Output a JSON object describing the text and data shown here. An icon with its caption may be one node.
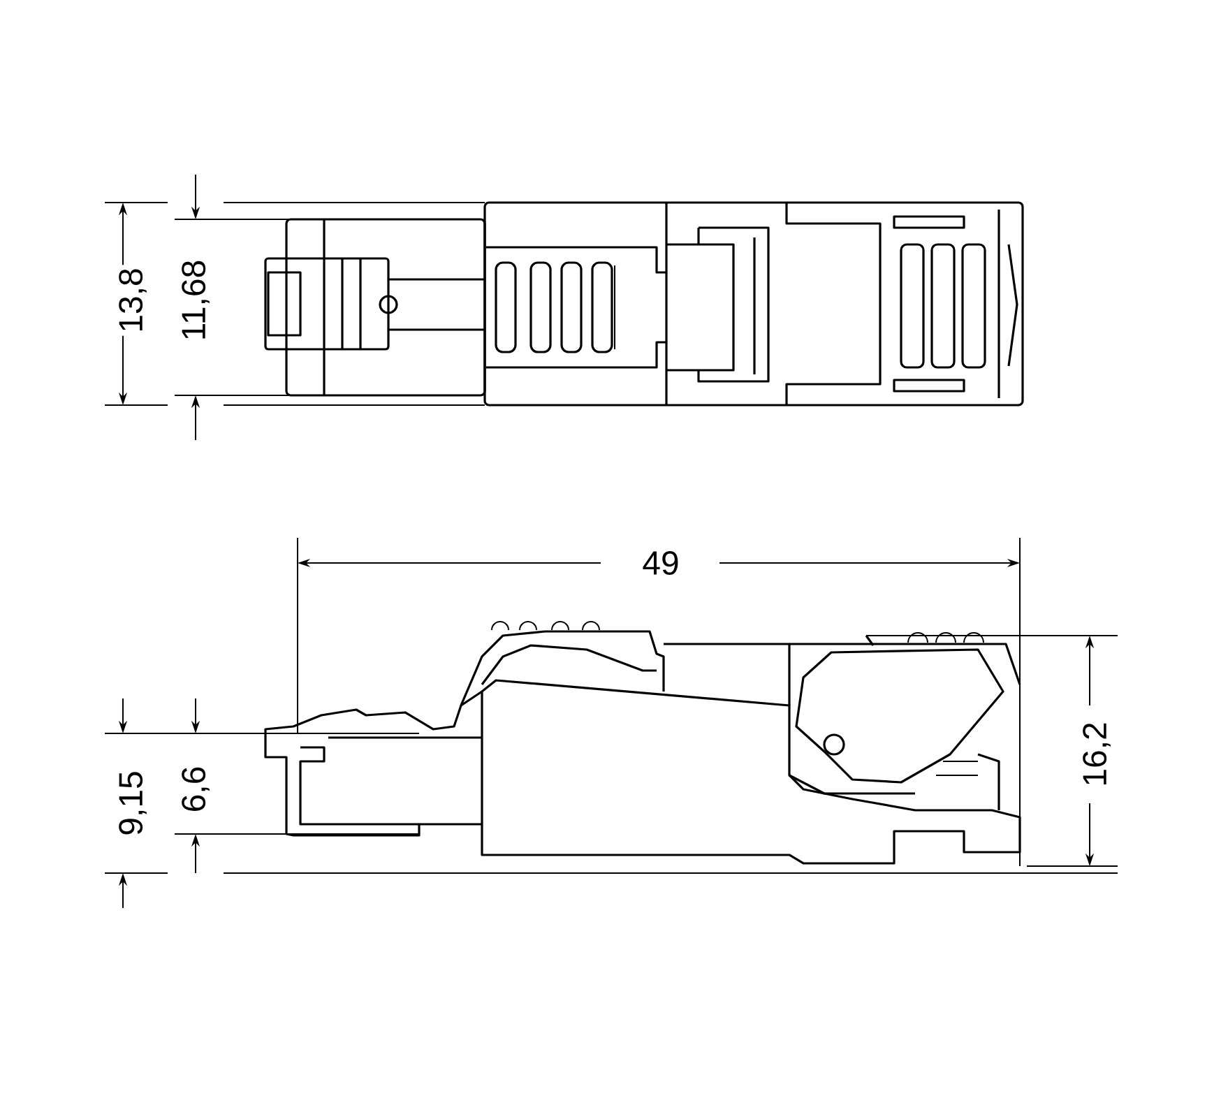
{
  "diagram": {
    "labels": [
      "13,8",
      "11,68",
      "49",
      "16,2",
      "9,15",
      "6,6"
    ]
  }
}
